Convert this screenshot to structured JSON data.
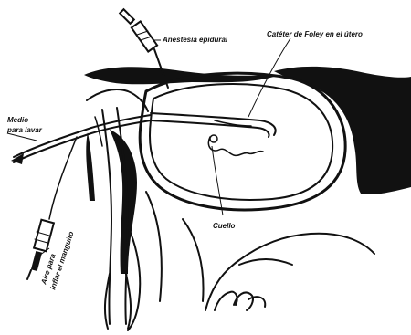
{
  "labels": {
    "epidural": "Anestesia epidural",
    "foley": "Catéter de Foley en el útero",
    "wash_line1": "Medio",
    "wash_line2": "para lavar",
    "cervix": "Cuello",
    "balloon_line1": "Aire para",
    "balloon_line2": "inflar el manguito"
  },
  "colors": {
    "ink": "#111111",
    "paper": "#ffffff"
  }
}
